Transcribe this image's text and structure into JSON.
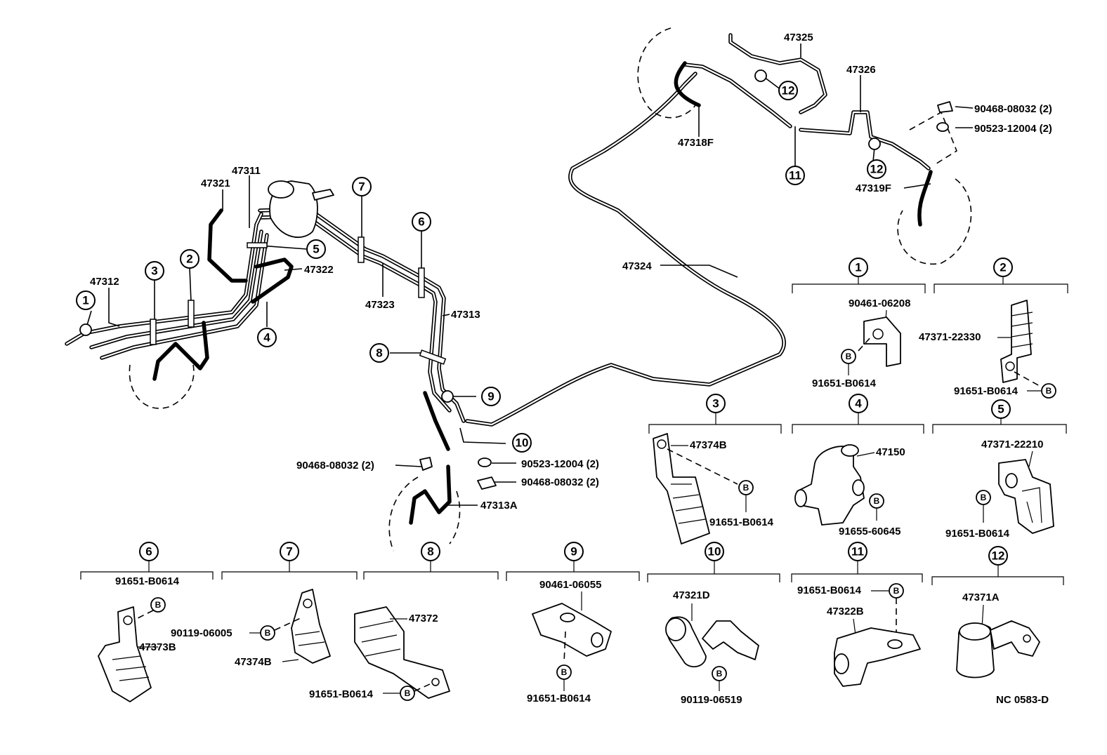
{
  "labels": {
    "p47312": "47312",
    "p47321": "47321",
    "p47311": "47311",
    "p47322": "47322",
    "p47323": "47323",
    "p47313": "47313",
    "p47324": "47324",
    "p47325": "47325",
    "p47326": "47326",
    "p47318F": "47318F",
    "p47319F": "47319F",
    "p47313A": "47313A",
    "p90468_a": "90468-08032 (2)",
    "p90523_a": "90523-12004 (2)",
    "p90468_b": "90468-08032 (2)",
    "p90468_c": "90468-08032 (2)",
    "p90523_b": "90523-12004 (2)",
    "nc_code": "NC  0583-D"
  },
  "markers": [
    "1",
    "2",
    "3",
    "4",
    "5",
    "6",
    "7",
    "8",
    "9",
    "10",
    "11",
    "12"
  ],
  "bolt_letter": "B",
  "details": {
    "d1": {
      "num": "1",
      "a": "90461-06208",
      "b": "91651-B0614"
    },
    "d2": {
      "num": "2",
      "a": "47371-22330",
      "b": "91651-B0614"
    },
    "d3": {
      "num": "3",
      "a": "47374B",
      "b": "91651-B0614"
    },
    "d4": {
      "num": "4",
      "a": "47150",
      "b": "91655-60645"
    },
    "d5": {
      "num": "5",
      "a": "47371-22210",
      "b": "91651-B0614"
    },
    "d6": {
      "num": "6",
      "a": "91651-B0614",
      "b": "47373B"
    },
    "d7": {
      "num": "7",
      "a": "90119-06005",
      "b": "47374B"
    },
    "d8": {
      "num": "8",
      "a": "47372",
      "b": "91651-B0614"
    },
    "d9": {
      "num": "9",
      "a": "90461-06055",
      "b": "91651-B0614"
    },
    "d10": {
      "num": "10",
      "a": "47321D",
      "b": "90119-06519"
    },
    "d11": {
      "num": "11",
      "a": "91651-B0614",
      "b": "47322B"
    },
    "d12": {
      "num": "12",
      "a": "47371A"
    }
  }
}
